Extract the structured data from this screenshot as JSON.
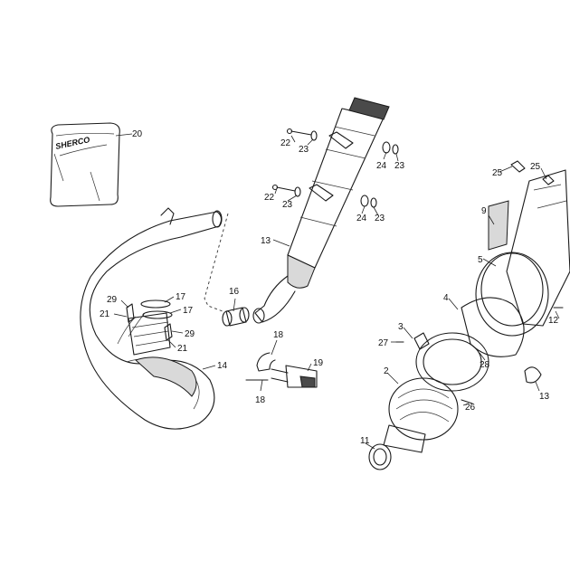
{
  "diagram": {
    "logo_text": "SHERCO",
    "callouts": {
      "c20": "20",
      "c22a": "22",
      "c23a": "23",
      "c24a": "24",
      "c23b": "23",
      "c22b": "22",
      "c23c": "23",
      "c24b": "24",
      "c23d": "23",
      "c13a": "13",
      "c16": "16",
      "c29a": "29",
      "c17a": "17",
      "c17b": "17",
      "c21a": "21",
      "c29b": "29",
      "c21b": "21",
      "c14": "14",
      "c18a": "18",
      "c19": "19",
      "c18b": "18",
      "c25a": "25",
      "c25b": "25",
      "c9": "9",
      "c5": "5",
      "c4": "4",
      "c3": "3",
      "c27": "27",
      "c12": "12",
      "c28": "28",
      "c2": "2",
      "c26": "26",
      "c13b": "13",
      "c11": "11"
    }
  }
}
